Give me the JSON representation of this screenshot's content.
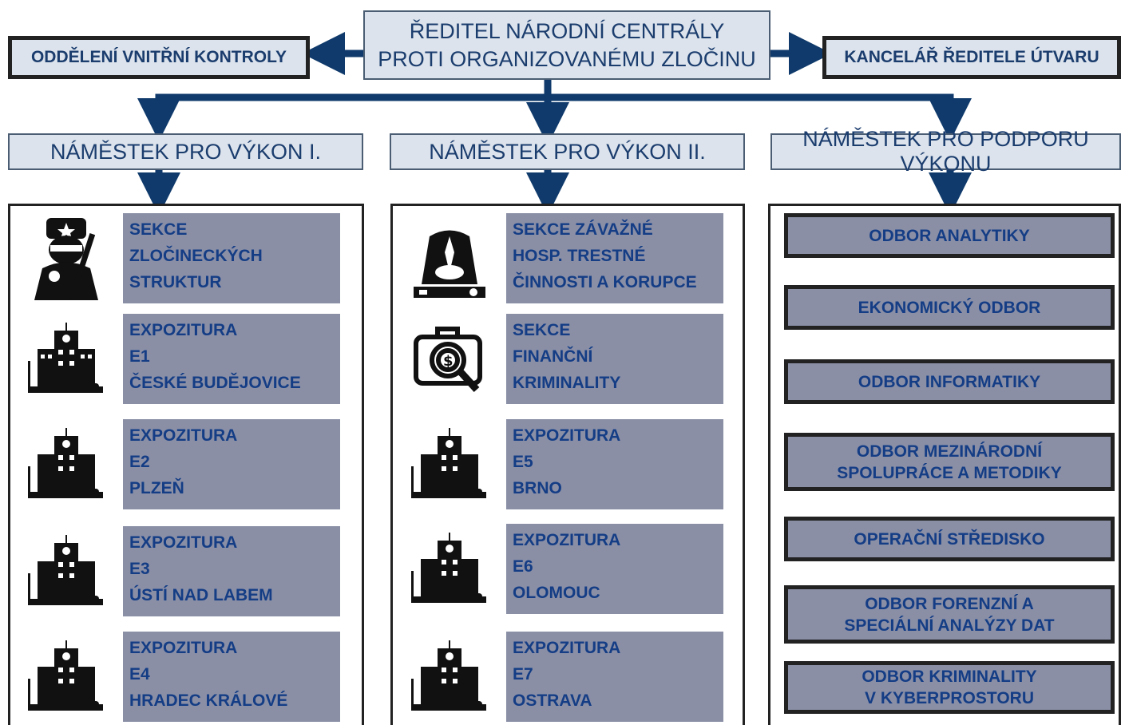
{
  "director": "ŘEDITEL NÁRODNÍ CENTRÁLY\nPROTI ORGANIZOVANÉMU ZLOČINU",
  "left_office": "ODDĚLENÍ VNITŘNÍ KONTROLY",
  "right_office": "KANCELÁŘ ŘEDITELE ÚTVARU",
  "deputies": [
    "NÁMĚSTEK PRO VÝKON I.",
    "NÁMĚSTEK PRO VÝKON II.",
    "NÁMĚSTEK PRO PODPORU VÝKONU"
  ],
  "column1": [
    {
      "label": "SEKCE\nZLOČINECKÝCH\nSTRUKTUR",
      "icon": "gangster-icon"
    },
    {
      "label": "EXPOZITURA\nE1\nČESKÉ BUDĚJOVICE",
      "icon": "police-station-icon"
    },
    {
      "label": "EXPOZITURA\nE2\nPLZEŇ",
      "icon": "police-station-icon"
    },
    {
      "label": "EXPOZITURA\nE3\nÚSTÍ NAD LABEM",
      "icon": "police-station-icon"
    },
    {
      "label": "EXPOZITURA\nE4\nHRADEC KRÁLOVÉ",
      "icon": "police-station-icon"
    }
  ],
  "column2": [
    {
      "label": "SEKCE ZÁVAŽNÉ\nHOSP. TRESTNÉ\nČINNOSTI A KORUPCE",
      "icon": "corrupt-businessman-icon"
    },
    {
      "label": "SEKCE\nFINANČNÍ\nKRIMINALITY",
      "icon": "money-briefcase-magnifier-icon"
    },
    {
      "label": "EXPOZITURA\nE5\nBRNO",
      "icon": "police-station-icon"
    },
    {
      "label": "EXPOZITURA\nE6\nOLOMOUC",
      "icon": "police-station-icon"
    },
    {
      "label": "EXPOZITURA\nE7\nOSTRAVA",
      "icon": "police-station-icon"
    }
  ],
  "column3": [
    "ODBOR ANALYTIKY",
    "EKONOMICKÝ ODBOR",
    "ODBOR INFORMATIKY",
    "ODBOR MEZINÁRODNÍ\nSPOLUPRÁCE A METODIKY",
    "OPERAČNÍ STŘEDISKO",
    "ODBOR FORENZNÍ A\nSPECIÁLNÍ ANALÝZY DAT",
    "ODBOR KRIMINALITY\nV KYBERPROSTORU"
  ],
  "colors": {
    "navy": "#0f3a6b",
    "box_fill": "#dce3ec",
    "label_fill": "#8a8fa6",
    "label_text": "#143d85"
  }
}
